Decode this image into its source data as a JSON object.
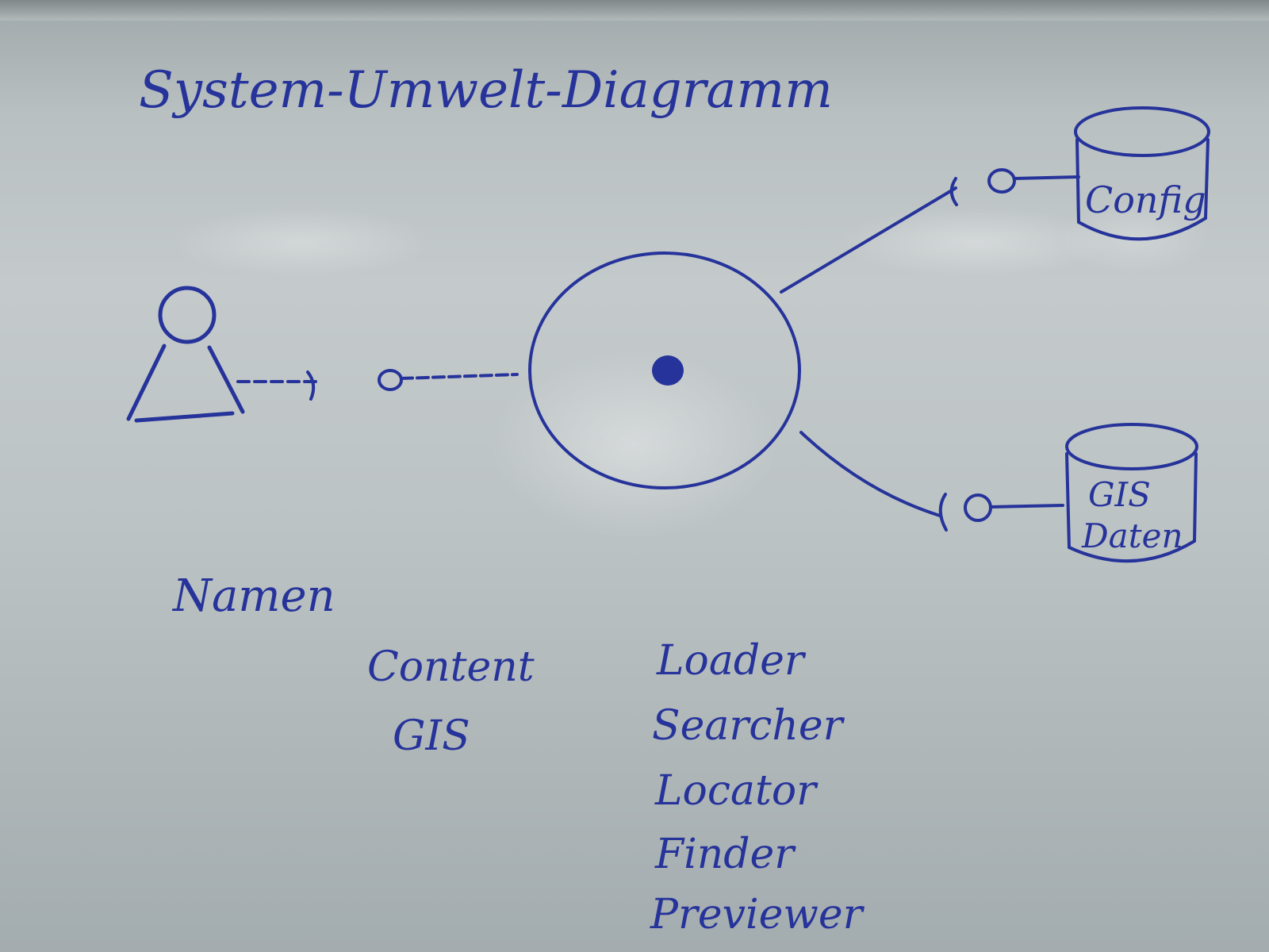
{
  "title": "System-Umwelt-Diagramm",
  "datastores": [
    {
      "lines": [
        "Config"
      ]
    },
    {
      "lines": [
        "GIS",
        "Daten"
      ]
    }
  ],
  "names_heading": "Namen",
  "names_left": [
    "Content",
    "GIS"
  ],
  "names_right": [
    "Loader",
    "Searcher",
    "Locator",
    "Finder",
    "Previewer"
  ],
  "colors": {
    "ink": "#26339a",
    "board": "#c4cacb"
  }
}
